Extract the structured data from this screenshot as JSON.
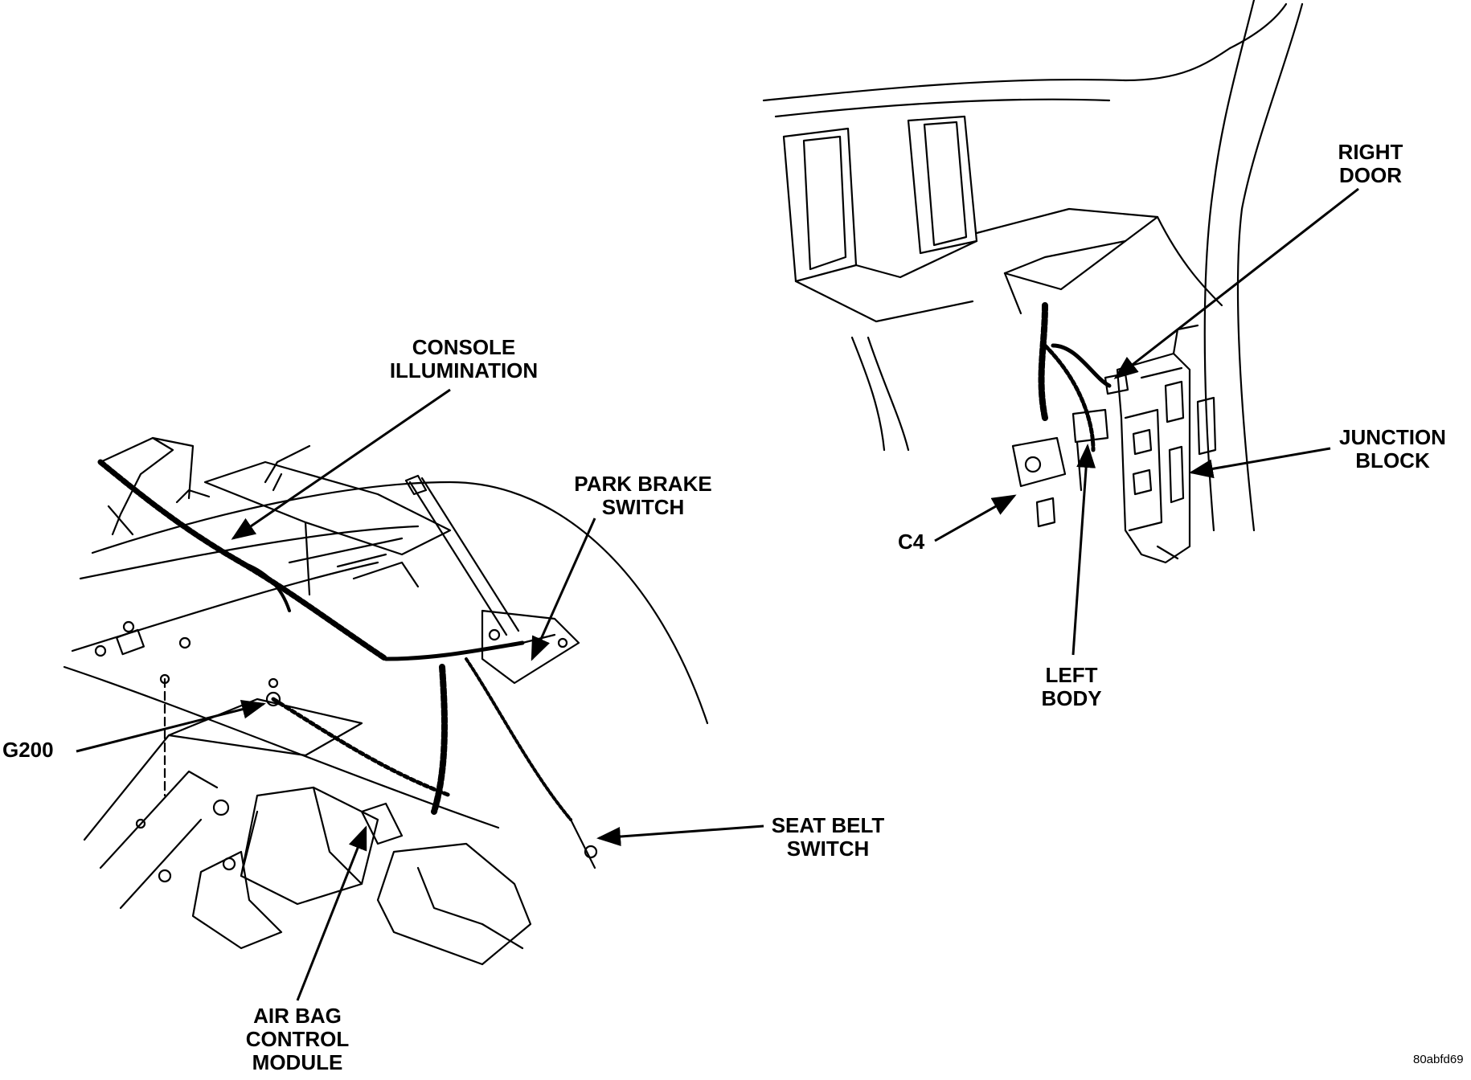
{
  "figure": {
    "labels": {
      "console_illumination": "CONSOLE\nILLUMINATION",
      "park_brake_switch": "PARK BRAKE\nSWITCH",
      "g200": "G200",
      "seat_belt_switch": "SEAT BELT\nSWITCH",
      "air_bag_control_module": "AIR BAG\nCONTROL\nMODULE",
      "right_door": "RIGHT\nDOOR",
      "junction_block": "JUNCTION\nBLOCK",
      "c4": "C4",
      "left_body": "LEFT\nBODY"
    },
    "figure_id": "80abfd69"
  }
}
